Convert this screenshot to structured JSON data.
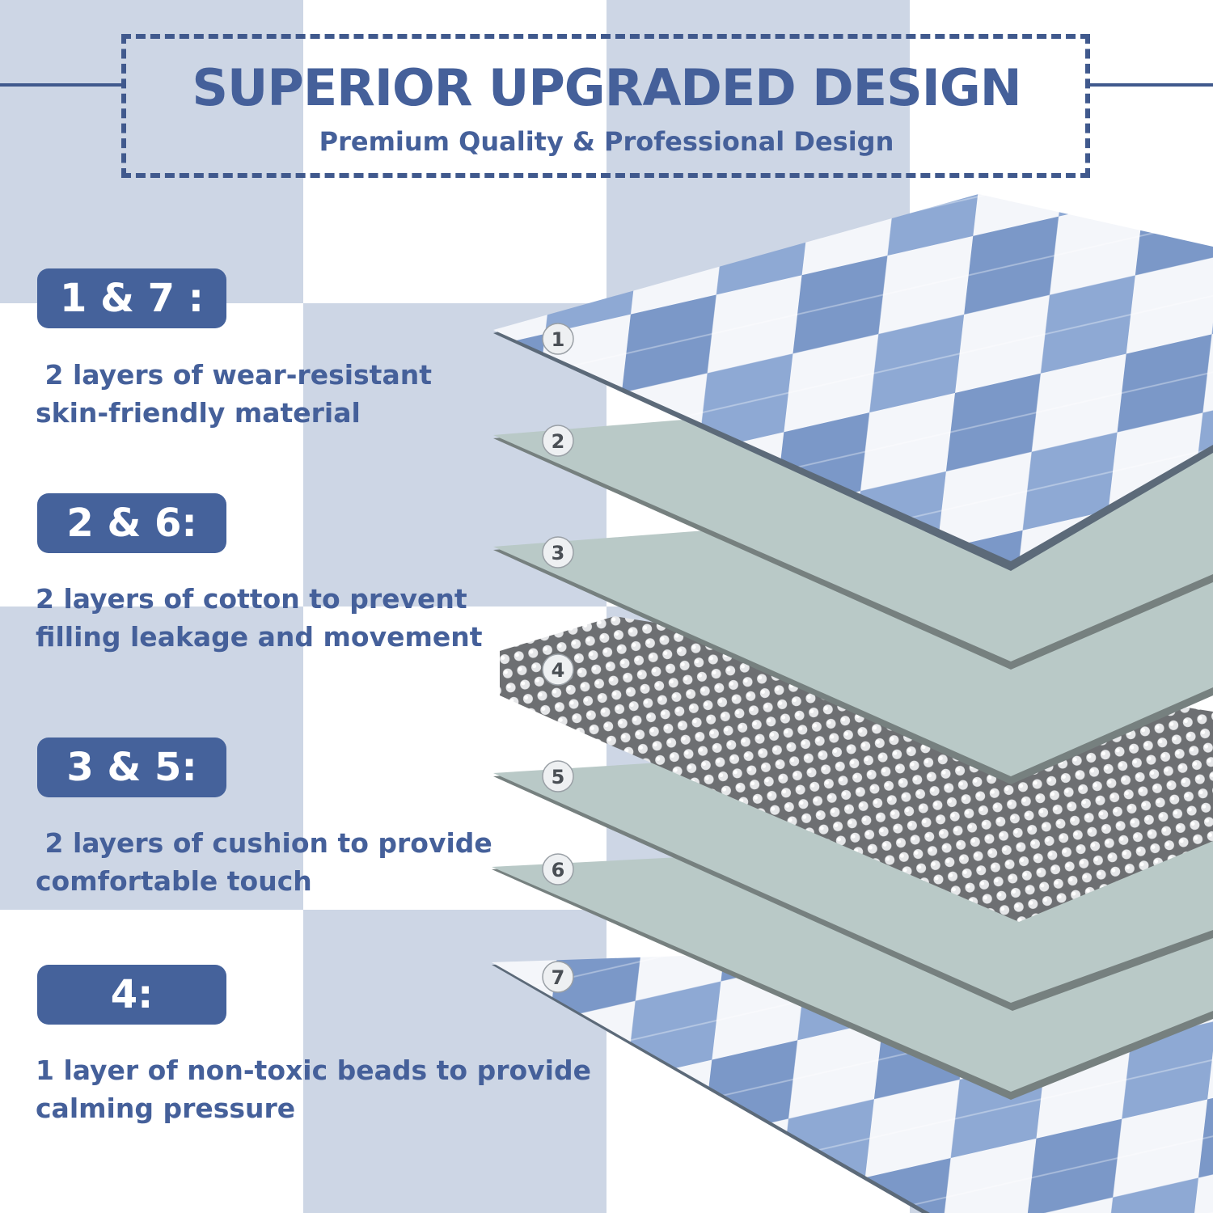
{
  "colors": {
    "navy": "#45629b",
    "text": "#45609a",
    "checker_light": "#cdd6e5",
    "checker_white": "#ffffff",
    "layer_gray": "#b9c9c7",
    "layer_edge": "#76807f",
    "fabric_blue": "#7b98c8"
  },
  "header": {
    "title": "SUPERIOR UPGRADED DESIGN",
    "subtitle": "Premium Quality & Professional Design"
  },
  "sections": [
    {
      "badge": "1 & 7 :",
      "line1": " 2 layers of wear-resistant",
      "line2": "skin-friendly material"
    },
    {
      "badge": "2 & 6:",
      "line1": "2 layers of cotton to prevent",
      "line2": "filling leakage and movement"
    },
    {
      "badge": "3 & 5:",
      "line1": " 2 layers of cushion to provide",
      "line2": "comfortable touch"
    },
    {
      "badge": "4:",
      "line1": "1 layer of non-toxic beads to provide",
      "line2": "calming pressure"
    }
  ],
  "layer_numbers": [
    "1",
    "2",
    "3",
    "4",
    "5",
    "6",
    "7"
  ]
}
